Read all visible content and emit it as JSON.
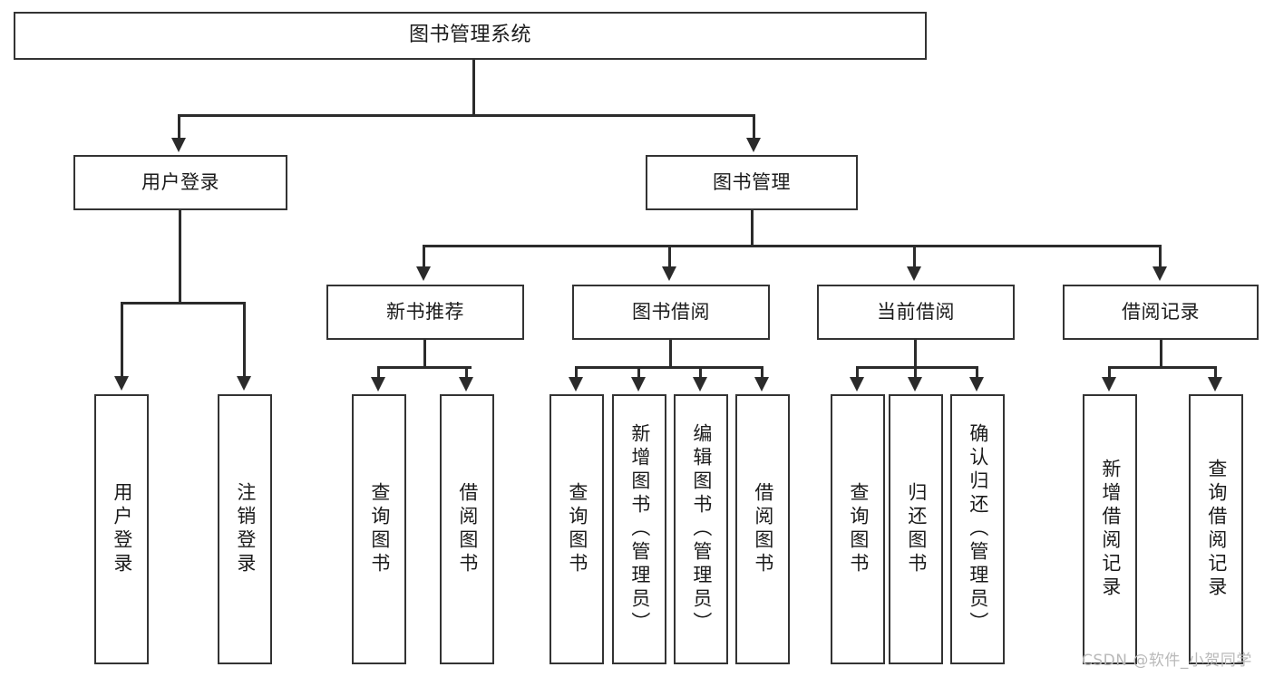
{
  "diagram": {
    "type": "hierarchy-tree",
    "title": "图书管理系统",
    "root": {
      "label": "图书管理系统"
    },
    "level1": [
      {
        "label": "用户登录"
      },
      {
        "label": "图书管理"
      }
    ],
    "level2": [
      {
        "label": "新书推荐"
      },
      {
        "label": "图书借阅"
      },
      {
        "label": "当前借阅"
      },
      {
        "label": "借阅记录"
      }
    ],
    "leaves": {
      "user_login": [
        {
          "label": "用户登录"
        },
        {
          "label": "注销登录"
        }
      ],
      "new_book_recommend": [
        {
          "label": "查询图书"
        },
        {
          "label": "借阅图书"
        }
      ],
      "book_borrow": [
        {
          "label": "查询图书"
        },
        {
          "label": "新增图书（管理员）"
        },
        {
          "label": "编辑图书（管理员）"
        },
        {
          "label": "借阅图书"
        }
      ],
      "current_borrow": [
        {
          "label": "查询图书"
        },
        {
          "label": "归还图书"
        },
        {
          "label": "确认归还（管理员）"
        }
      ],
      "borrow_record": [
        {
          "label": "新增借阅记录"
        },
        {
          "label": "查询借阅记录"
        }
      ]
    }
  },
  "watermark": {
    "text": "CSDN @软件_小贺同学"
  },
  "colors": {
    "border": "#333333",
    "line": "#2b2b2b",
    "text": "#1b1b1b",
    "background": "#ffffff",
    "watermark": "#b9b9b9"
  }
}
